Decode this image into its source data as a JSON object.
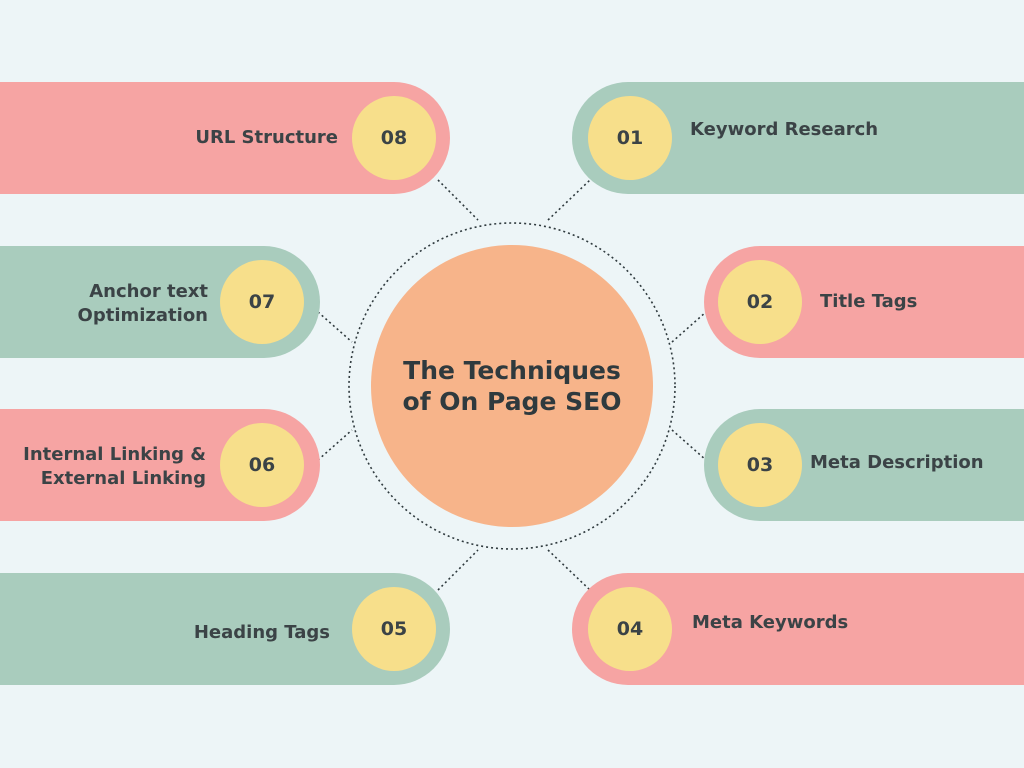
{
  "center_title": "The Techniques of On Page SEO",
  "items": [
    {
      "number": "01",
      "label": "Keyword Research"
    },
    {
      "number": "02",
      "label": "Title Tags"
    },
    {
      "number": "03",
      "label": "Meta Description"
    },
    {
      "number": "04",
      "label": "Meta Keywords"
    },
    {
      "number": "05",
      "label": "Heading Tags"
    },
    {
      "number": "06",
      "label": "Internal Linking &\nExternal Linking"
    },
    {
      "number": "07",
      "label": "Anchor text\nOptimization"
    },
    {
      "number": "08",
      "label": "URL Structure"
    }
  ],
  "colors": {
    "background": "#EDF5F7",
    "center": "#F7B48A",
    "pink": "#F6A4A3",
    "green": "#A9CCBD",
    "badge": "#F7DF8B",
    "text": "#3B4346"
  }
}
